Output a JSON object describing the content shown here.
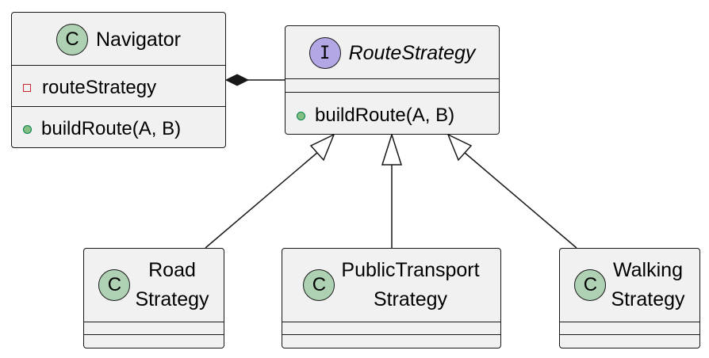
{
  "navigator": {
    "badge": "C",
    "name": "Navigator",
    "attribute": "routeStrategy",
    "method": "buildRoute(A, B)"
  },
  "route_strategy": {
    "badge": "I",
    "name": "RouteStrategy",
    "method": "buildRoute(A, B)"
  },
  "road_strategy": {
    "badge": "C",
    "name_line1": "Road",
    "name_line2": "Strategy"
  },
  "public_transport_strategy": {
    "badge": "C",
    "name_line1": "PublicTransport",
    "name_line2": "Strategy"
  },
  "walking_strategy": {
    "badge": "C",
    "name_line1": "Walking",
    "name_line2": "Strategy"
  },
  "colors": {
    "box_fill": "#f1f1f1",
    "class_badge": "#add1b2",
    "interface_badge": "#b4a7e5",
    "private_marker": "#c82930",
    "public_marker": "#84be84"
  }
}
